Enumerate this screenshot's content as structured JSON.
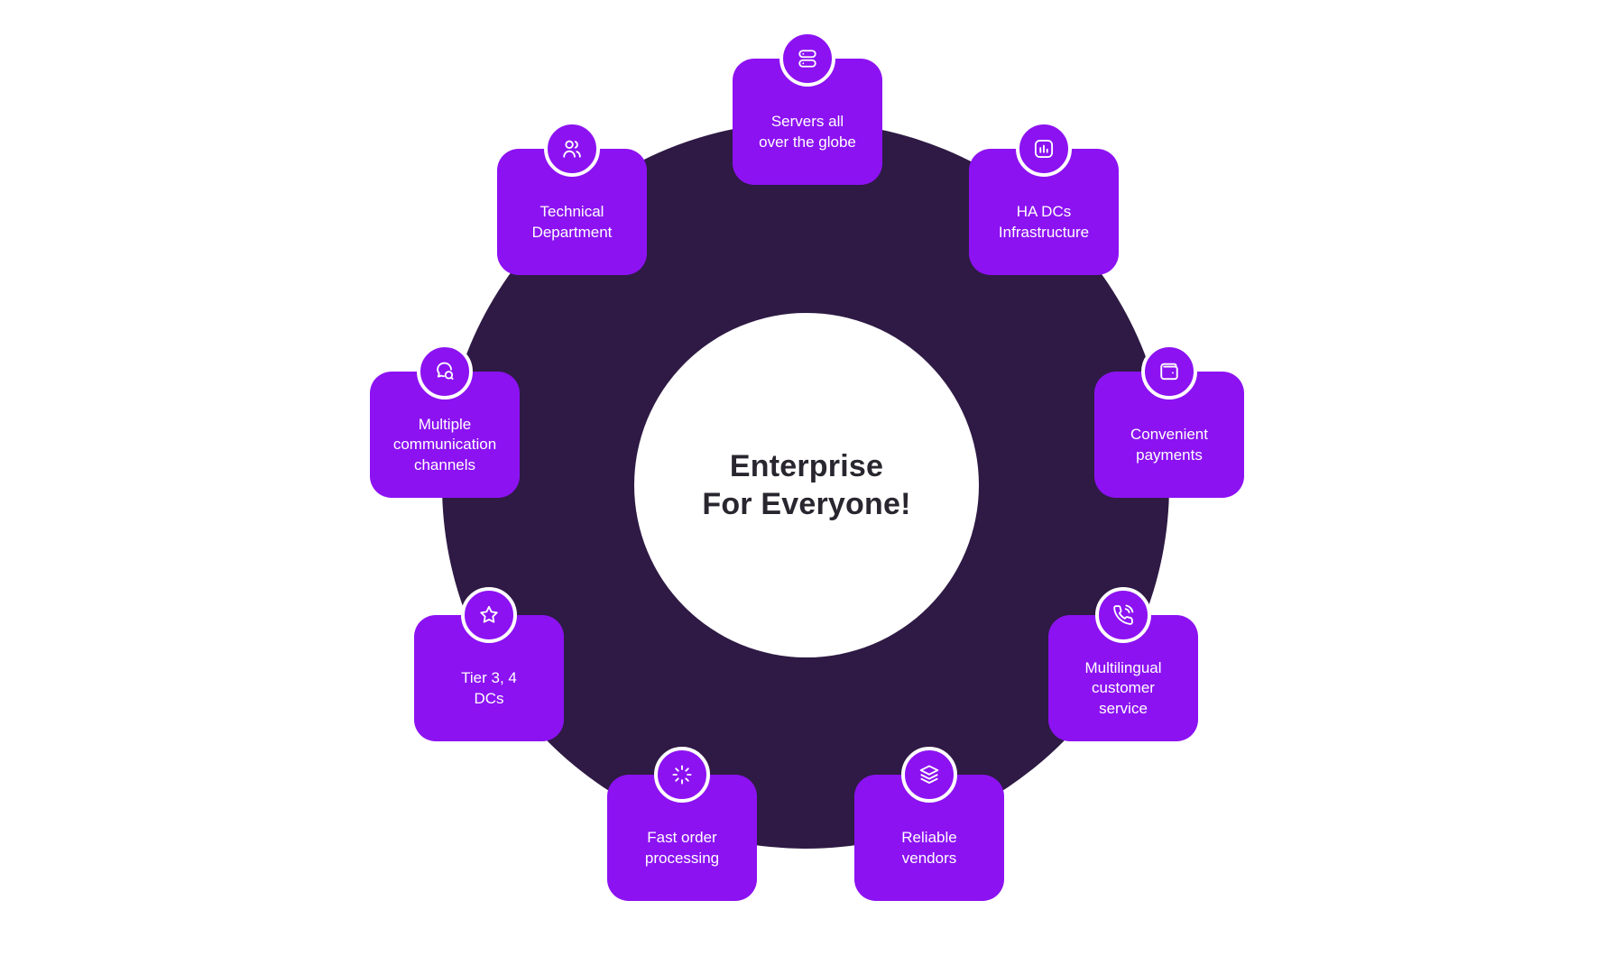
{
  "colors": {
    "card_purple": "#8C12F2",
    "ring_dark": "#2E1A44",
    "title_text": "#29262F",
    "card_text": "#FFFFFF",
    "page_bg": "#FFFFFF"
  },
  "center": {
    "title": "Enterprise\nFor Everyone!"
  },
  "cards": [
    {
      "id": "servers",
      "label": "Servers all\nover the globe",
      "icon": "server-racks-icon"
    },
    {
      "id": "technical",
      "label": "Technical\nDepartment",
      "icon": "team-users-icon"
    },
    {
      "id": "hadcs",
      "label": "HA DCs\nInfrastructure",
      "icon": "bar-chart-box-icon"
    },
    {
      "id": "payments",
      "label": "Convenient\npayments",
      "icon": "wallet-icon"
    },
    {
      "id": "channels",
      "label": "Multiple\ncommunication\nchannels",
      "icon": "chat-bubbles-icon"
    },
    {
      "id": "tier",
      "label": "Tier 3, 4\nDCs",
      "icon": "star-icon"
    },
    {
      "id": "multilingual",
      "label": "Multilingual\ncustomer\nservice",
      "icon": "phone-call-icon"
    },
    {
      "id": "fastorder",
      "label": "Fast order\nprocessing",
      "icon": "spinner-icon"
    },
    {
      "id": "vendors",
      "label": "Reliable\nvendors",
      "icon": "layers-icon"
    }
  ]
}
